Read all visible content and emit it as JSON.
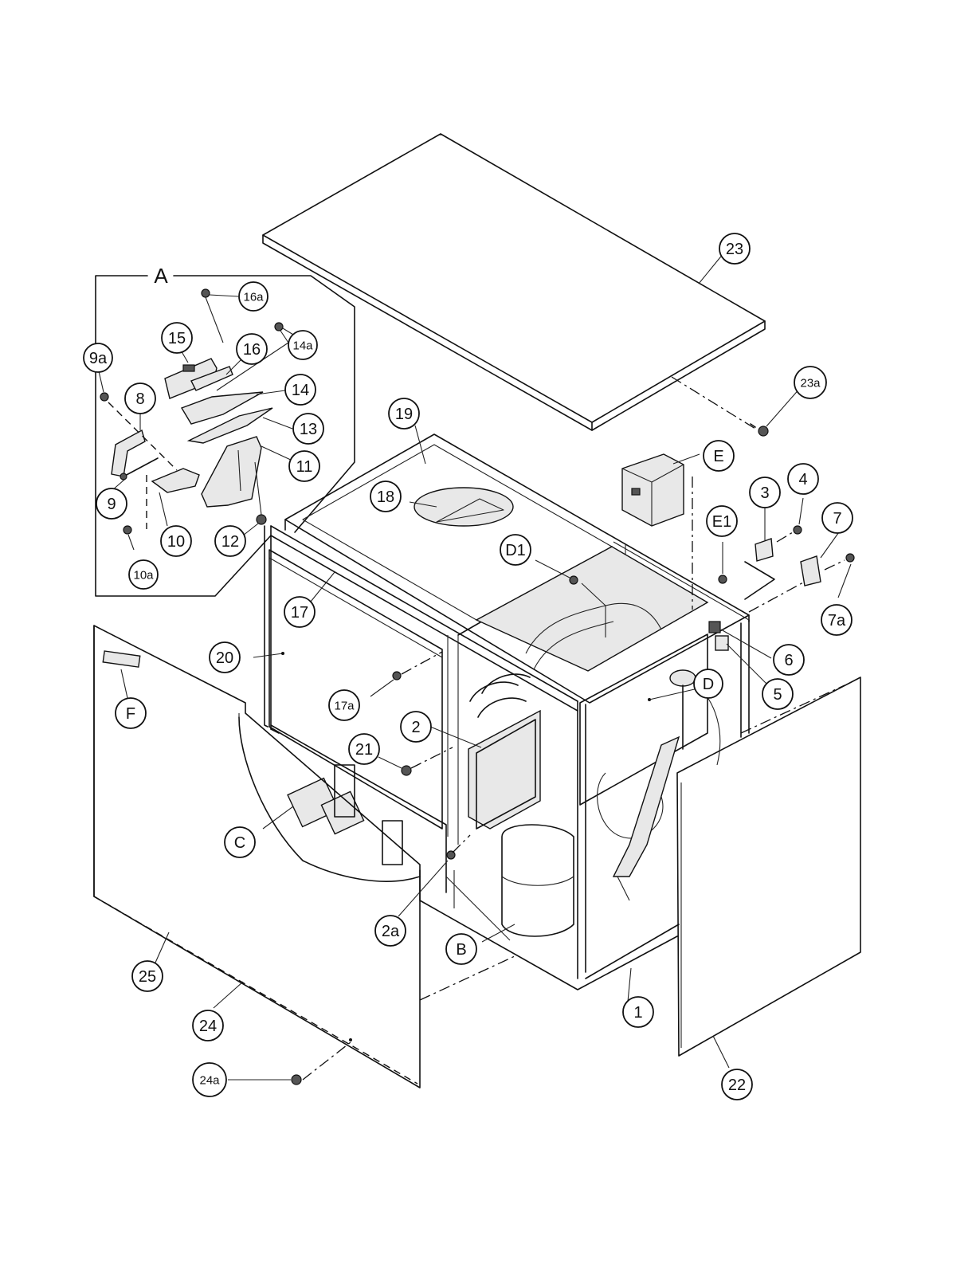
{
  "diagram": {
    "group_label": "A",
    "callouts": [
      {
        "id": "c23",
        "label": "23"
      },
      {
        "id": "c23a",
        "label": "23a"
      },
      {
        "id": "c16a",
        "label": "16a"
      },
      {
        "id": "c14a",
        "label": "14a"
      },
      {
        "id": "c15",
        "label": "15"
      },
      {
        "id": "c16",
        "label": "16"
      },
      {
        "id": "c9a",
        "label": "9a"
      },
      {
        "id": "c8",
        "label": "8"
      },
      {
        "id": "c14",
        "label": "14"
      },
      {
        "id": "c13",
        "label": "13"
      },
      {
        "id": "c11",
        "label": "11"
      },
      {
        "id": "c9",
        "label": "9"
      },
      {
        "id": "c10",
        "label": "10"
      },
      {
        "id": "c12",
        "label": "12"
      },
      {
        "id": "c10a",
        "label": "10a"
      },
      {
        "id": "c19",
        "label": "19"
      },
      {
        "id": "c18",
        "label": "18"
      },
      {
        "id": "cE",
        "label": "E"
      },
      {
        "id": "c3",
        "label": "3"
      },
      {
        "id": "c4",
        "label": "4"
      },
      {
        "id": "c7",
        "label": "7"
      },
      {
        "id": "cE1",
        "label": "E1"
      },
      {
        "id": "cD1",
        "label": "D1"
      },
      {
        "id": "c7a",
        "label": "7a"
      },
      {
        "id": "c17",
        "label": "17"
      },
      {
        "id": "c20",
        "label": "20"
      },
      {
        "id": "c6",
        "label": "6"
      },
      {
        "id": "c5",
        "label": "5"
      },
      {
        "id": "cD",
        "label": "D"
      },
      {
        "id": "cF",
        "label": "F"
      },
      {
        "id": "c17a",
        "label": "17a"
      },
      {
        "id": "c2",
        "label": "2"
      },
      {
        "id": "c21",
        "label": "21"
      },
      {
        "id": "cC",
        "label": "C"
      },
      {
        "id": "c2a",
        "label": "2a"
      },
      {
        "id": "cB",
        "label": "B"
      },
      {
        "id": "c25",
        "label": "25"
      },
      {
        "id": "c24",
        "label": "24"
      },
      {
        "id": "c1",
        "label": "1"
      },
      {
        "id": "c22",
        "label": "22"
      },
      {
        "id": "c24a",
        "label": "24a"
      }
    ]
  }
}
